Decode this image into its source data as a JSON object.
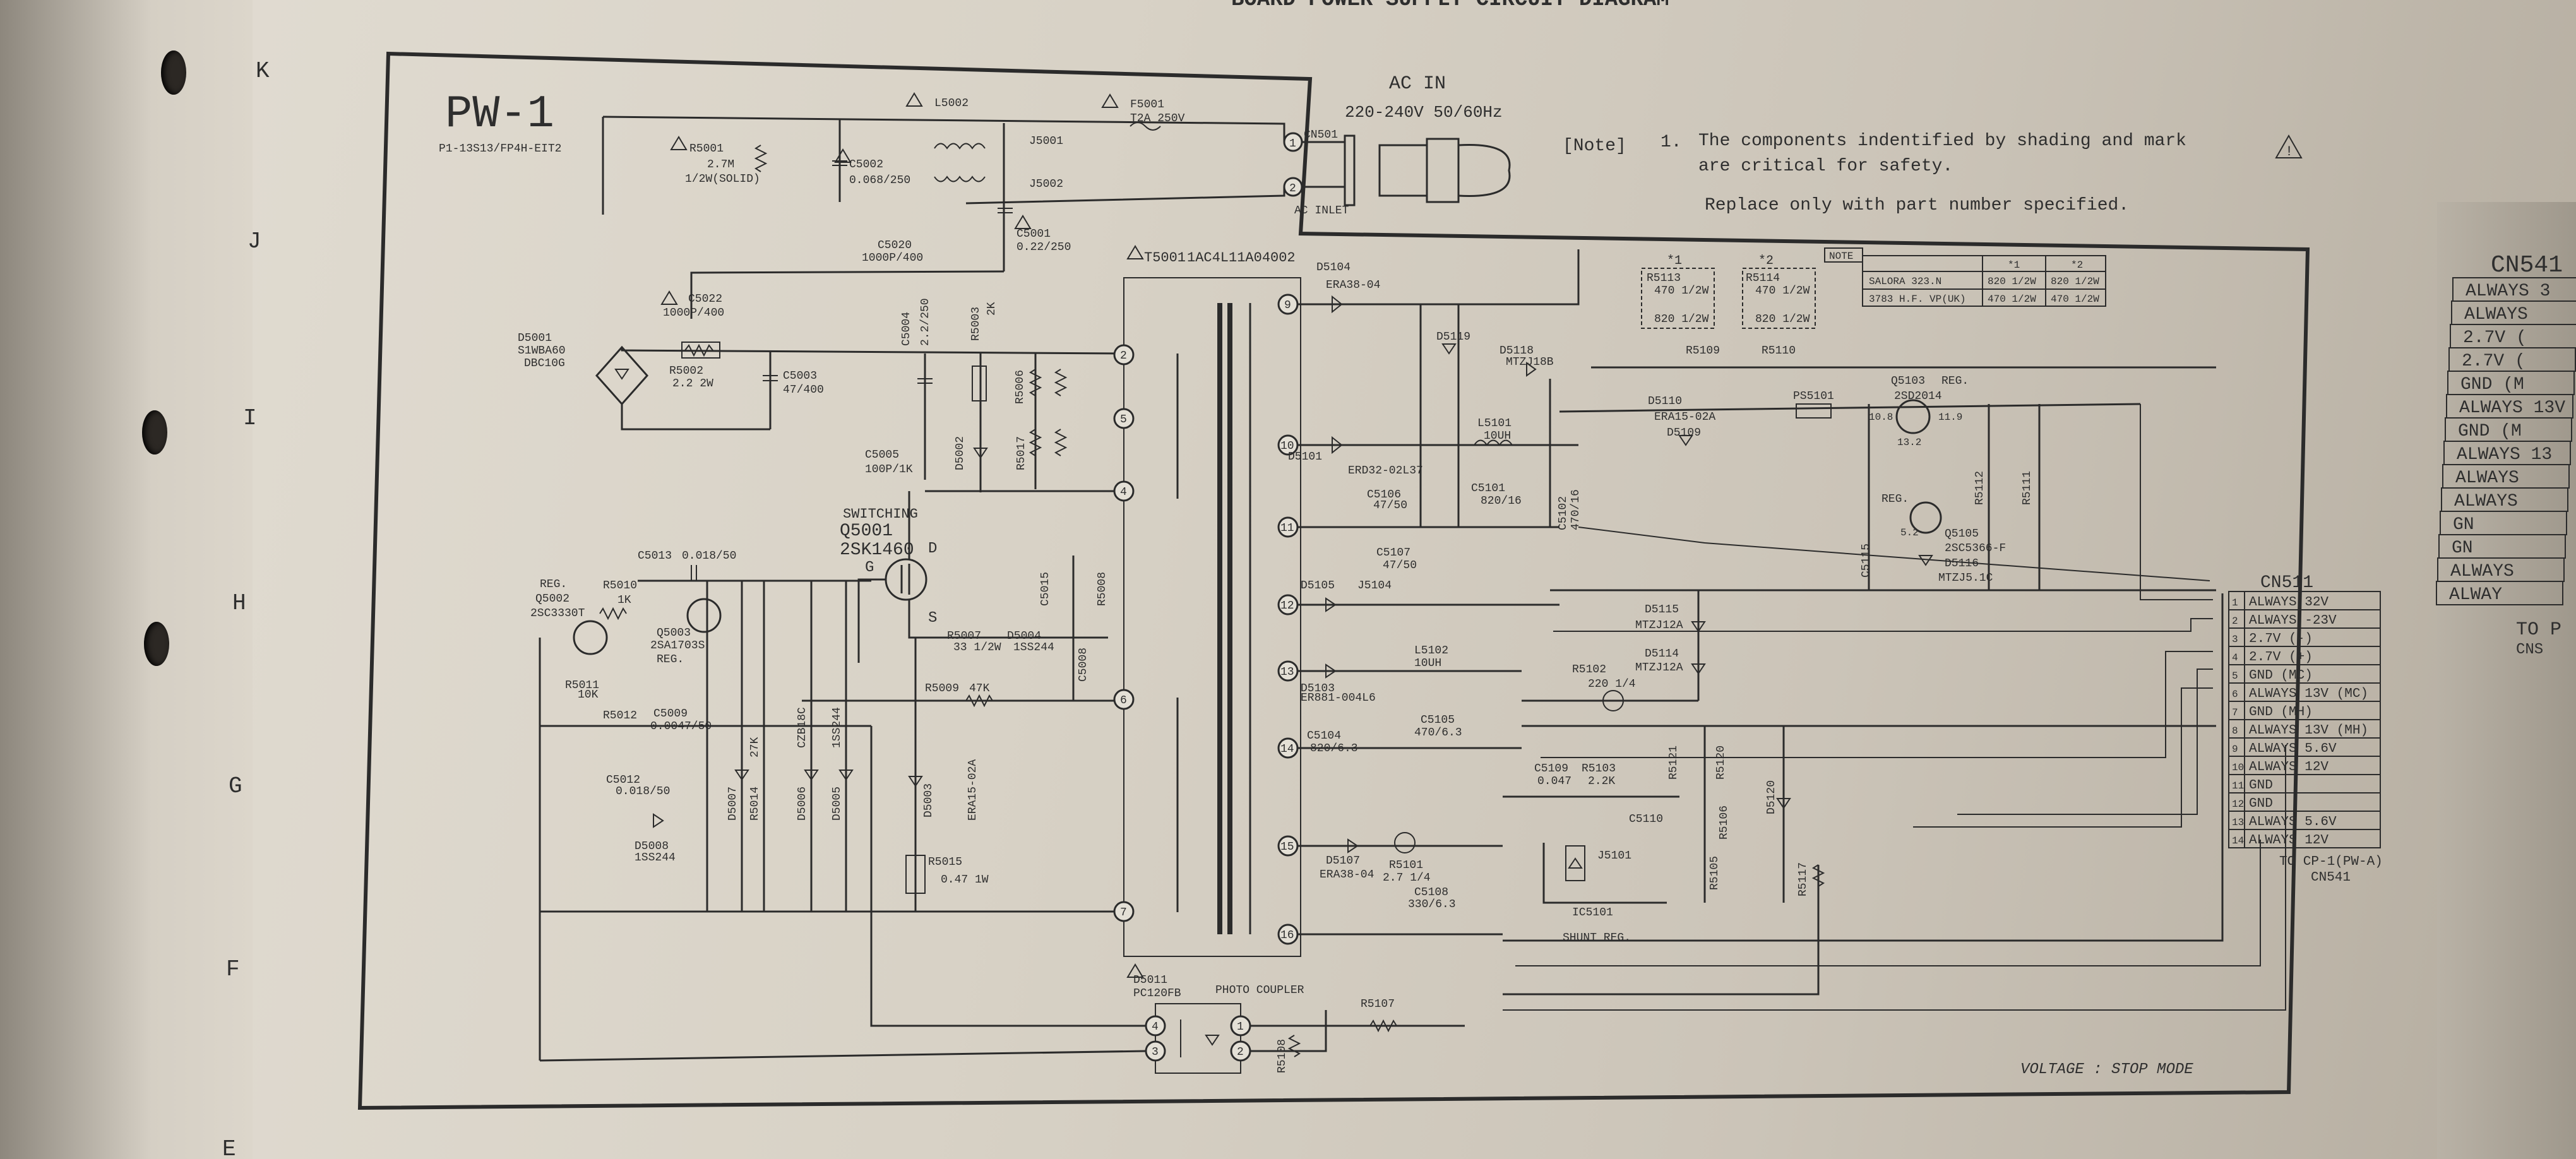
{
  "header": {
    "title_fragment": "BOARD POWER SUPPLY CIRCUIT DIAGRAM"
  },
  "grid_letters": [
    "K",
    "J",
    "I",
    "H",
    "G",
    "F",
    "E"
  ],
  "board": {
    "name": "PW-1",
    "part": "P1-13S13/FP4H-EIT2"
  },
  "ac_in": {
    "label": "AC IN",
    "voltage": "220-240V 50/60Hz",
    "connector": "CN501",
    "inlet": "AC INLET"
  },
  "note": {
    "tag": "[Note]",
    "number": "1.",
    "line1": "The components indentified by shading and mark",
    "line2": "are critical for safety.",
    "line3": "Replace only with part number specified."
  },
  "mode_note": "VOLTAGE : STOP MODE",
  "variant_table": {
    "header": "NOTE",
    "cols": [
      "*1",
      "*2"
    ],
    "rows": [
      {
        "name": "SALORA 323.N",
        "k1": "820 1/2W",
        "k2": "820 1/2W"
      },
      {
        "name": "3783 H.F. VP(UK)",
        "k1": "470 1/2W",
        "k2": "470 1/2W"
      }
    ]
  },
  "cn511": {
    "title": "CN511",
    "pins": [
      {
        "n": "1",
        "label": "ALWAYS 32V"
      },
      {
        "n": "2",
        "label": "ALWAYS -23V"
      },
      {
        "n": "3",
        "label": "2.7V (-)"
      },
      {
        "n": "4",
        "label": "2.7V (+)"
      },
      {
        "n": "5",
        "label": "GND (MC)"
      },
      {
        "n": "6",
        "label": "ALWAYS 13V (MC)"
      },
      {
        "n": "7",
        "label": "GND (MH)"
      },
      {
        "n": "8",
        "label": "ALWAYS 13V (MH)"
      },
      {
        "n": "9",
        "label": "ALWAYS 5.6V"
      },
      {
        "n": "10",
        "label": "ALWAYS 12V"
      },
      {
        "n": "11",
        "label": "GND"
      },
      {
        "n": "12",
        "label": "GND"
      },
      {
        "n": "13",
        "label": "ALWAYS 5.6V"
      },
      {
        "n": "14",
        "label": "ALWAYS 12V"
      }
    ],
    "to1": "TO CP-1(PW-A)",
    "to2": "CN541"
  },
  "cn541_fragment": {
    "title": "CN541",
    "rows": [
      "ALWAYS 3",
      "ALWAYS",
      "2.7V (",
      "2.7V (",
      "GND (M",
      "ALWAYS 13V",
      "GND (M",
      "ALWAYS 13",
      "ALWAYS",
      "ALWAYS",
      "GN",
      "GN",
      "ALWAYS",
      "ALWAY"
    ],
    "to": "TO P",
    "to2": "CNS"
  },
  "labels": {
    "L5002": "L5002",
    "F5001": "F5001",
    "F5001v": "T2A 250V",
    "J5001": "J5001",
    "J5002": "J5002",
    "R5001": "R5001",
    "R5001v": "2.7M",
    "R5001v2": "1/2W(SOLID)",
    "C5002": "C5002",
    "C5002v": "0.068/250",
    "C5020": "C5020",
    "C5020v": "1000P/400",
    "C5001": "C5001",
    "C5001v": "0.22/250",
    "C5022": "C5022",
    "C5022v": "1000P/400",
    "D5001": "D5001",
    "D5001v": "S1WBA60",
    "D5001v2": "DBC10G",
    "R5002": "R5002",
    "R5002v": "2.2 2W",
    "C5003": "C5003",
    "C5003v": "47/400",
    "C5004": "C5004",
    "C5004v": "2.2/250",
    "R5003": "R5003",
    "R5003v": "2K",
    "R5006": "R5006",
    "R5017": "R5017",
    "R5008": "R5008",
    "C5005": "C5005",
    "C5005v": "100P/1K",
    "D5002": "D5002",
    "Q5001t": "SWITCHING",
    "Q5001": "Q5001",
    "Q5001v": "2SK1460",
    "pinD": "D",
    "pinG": "G",
    "pinS": "S",
    "T5001": "T5001",
    "T5001v": "1AC4L11A04002",
    "C5013": "C5013",
    "C5013v": "0.018/50",
    "R5010": "R5010",
    "R5010v": "1K",
    "Q5002t": "REG.",
    "Q5002": "Q5002",
    "Q5002v": "2SC3330T",
    "Q5003": "Q5003",
    "Q5003v": "2SA1703S",
    "Q5003t": "REG.",
    "R5011": "R5011",
    "R5011v": "10K",
    "R5012": "R5012",
    "C5009": "C5009",
    "C5009v": "0.0047/50",
    "C5012": "C5012",
    "C5012v": "0.018/50",
    "D5008": "D5008",
    "D5008v": "1SS244",
    "D5007": "D5007",
    "R5014": "R5014",
    "R5014v": "27K",
    "D5006": "D5006",
    "D5006v": "CZB18C",
    "D5005": "D5005",
    "D5005v": "1SS244",
    "R5007": "R5007",
    "R5007v": "33 1/2W",
    "D5004": "D5004",
    "D5004v": "1SS244",
    "R5009": "R5009",
    "R5009v": "47K",
    "C5015": "C5015",
    "C5008": "C5008",
    "D5003": "D5003",
    "D5003v": "ERA15-02A",
    "R5015": "R5015",
    "R5015v": "0.47 1W",
    "D5011": "D5011",
    "D5011v": "PC120FB",
    "D5011t": "PHOTO COUPLER",
    "R5107": "R5107",
    "R5108": "R5108",
    "D5104": "D5104",
    "D5104v": "ERA38-04",
    "D5119": "D5119",
    "D5118": "D5118",
    "D5118v": "MTZJ18B",
    "D5101": "D5101",
    "D5101v": "ERD32-02L37",
    "L5101": "L5101",
    "L5101v": "10UH",
    "C5106": "C5106",
    "C5106v": "47/50",
    "C5101": "C5101",
    "C5101v": "820/16",
    "C5102": "C5102",
    "C5102v": "470/16",
    "C5107": "C5107",
    "C5107v": "47/50",
    "D5105": "D5105",
    "J5104": "J5104",
    "D5103": "D5103",
    "D5103v": "ER881-004L6",
    "L5102": "L5102",
    "L5102v": "10UH",
    "C5104": "C5104",
    "C5104v": "820/6.3",
    "C5105": "C5105",
    "C5105v": "470/6.3",
    "D5107": "D5107",
    "D5107v": "ERA38-04",
    "R5101": "R5101",
    "R5101v": "2.7 1/4",
    "C5108": "C5108",
    "C5108v": "330/6.3",
    "R5113": "R5113",
    "R5113v": "470 1/2W",
    "R5113v2": "820 1/2W",
    "R5114": "R5114",
    "R5114v": "470 1/2W",
    "R5114v2": "820 1/2W",
    "k1": "*1",
    "k2": "*2",
    "R5109": "R5109",
    "R5110": "R5110",
    "D5110": "D5110",
    "D5110v": "ERA15-02A",
    "D5109": "D5109",
    "PS5101": "PS5101",
    "Q5103": "Q5103",
    "Q5103t": "REG.",
    "Q5103v": "2SD2014",
    "R5112": "R5112",
    "R5111": "R5111",
    "Q5105t": "REG.",
    "Q5105": "Q5105",
    "Q5105v": "2SC5366-F",
    "D5116": "D5116",
    "D5116v": "MTZJ5.1C",
    "C5115": "C5115",
    "D5115": "D5115",
    "D5115v": "MTZJ12A",
    "D5114": "D5114",
    "D5114v": "MTZJ12A",
    "R5102": "R5102",
    "R5102v": "220 1/4",
    "C5109": "C5109",
    "C5109v": "0.047",
    "R5103": "R5103",
    "R5103v": "2.2K",
    "C5110": "C5110",
    "J5101": "J5101",
    "IC5101": "IC5101",
    "IC5101t": "SHUNT REG.",
    "R5105": "R5105",
    "R5106": "R5106",
    "R5120": "R5120",
    "R5121": "R5121",
    "D5120": "D5120",
    "R5117": "R5117",
    "volt1": "10.8",
    "volt2": "11.9",
    "volt3": "13.2",
    "volt4": "5.2"
  },
  "tx_pins": [
    "2",
    "5",
    "4",
    "6",
    "7",
    "9",
    "10",
    "11",
    "12",
    "13",
    "14",
    "15",
    "16"
  ],
  "opto_pins": [
    "1",
    "2",
    "3",
    "4"
  ]
}
